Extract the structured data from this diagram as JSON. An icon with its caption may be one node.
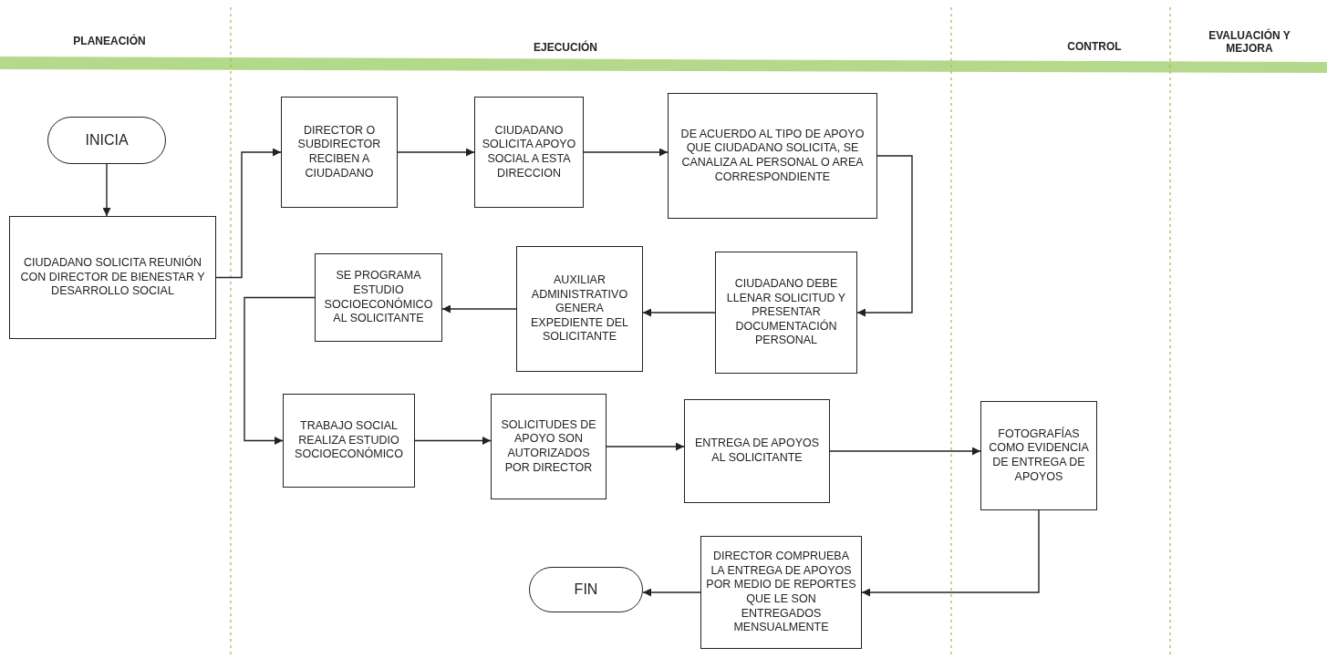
{
  "diagram": {
    "nodes": [
      {
        "text": [
          "INICIA"
        ]
      },
      {
        "text": [
          "CIUDADANO SOLICITA REUNIÓN CON DIRECTOR DE BIENESTAR Y DESARROLLO SOCIAL"
        ]
      },
      {
        "text": [
          "DIRECTOR O SUBDIRECTOR RECIBEN A CIUDADANO"
        ]
      },
      {
        "text": [
          "CIUDADANO SOLICITA APOYO SOCIAL A ESTA DIRECCION"
        ]
      },
      {
        "text": [
          "DE ACUERDO AL TIPO DE APOYO QUE CIUDADANO SOLICITA, SE CANALIZA AL PERSONAL O AREA CORRESPONDIENTE"
        ]
      },
      {
        "text": [
          "CIUDADANO DEBE LLENAR SOLICITUD Y PRESENTAR DOCUMENTACIÓN PERSONAL"
        ]
      },
      {
        "text": [
          "AUXILIAR ADMINISTRATIVO GENERA EXPEDIENTE DEL SOLICITANTE"
        ]
      },
      {
        "text": [
          "SE PROGRAMA ESTUDIO SOCIOECONÓMICO AL SOLICITANTE"
        ]
      },
      {
        "text": [
          "TRABAJO SOCIAL REALIZA ESTUDIO SOCIOECONÓMICO"
        ]
      },
      {
        "text": [
          "SOLICITUDES DE APOYO SON AUTORIZADOS POR DIRECTOR"
        ]
      },
      {
        "text": [
          "ENTREGA DE APOYOS AL SOLICITANTE"
        ]
      },
      {
        "text": [
          "FOTOGRAFÍAS COMO EVIDENCIA DE ENTREGA DE APOYOS"
        ]
      },
      {
        "text": [
          "DIRECTOR COMPRUEBA LA ENTREGA DE APOYOS POR MEDIO DE REPORTES QUE LE SON ENTREGADOS MENSUALMENTE"
        ]
      },
      {
        "text": [
          "FIN"
        ]
      }
    ],
    "edges": [
      {
        "from": 0,
        "to": 1,
        "arrow": "to"
      },
      {
        "from": 1,
        "to": 2,
        "arrow": "to"
      },
      {
        "from": 2,
        "to": 3,
        "arrow": "to"
      },
      {
        "from": 3,
        "to": 4,
        "arrow": "to"
      },
      {
        "from": 4,
        "to": 5,
        "arrow": "to"
      },
      {
        "from": 5,
        "to": 6,
        "arrow": "to"
      },
      {
        "from": 6,
        "to": 7,
        "arrow": "to"
      },
      {
        "from": 7,
        "to": 8,
        "arrow": "to"
      },
      {
        "from": 8,
        "to": 9,
        "arrow": "to"
      },
      {
        "from": 9,
        "to": 10,
        "arrow": "to"
      },
      {
        "from": 10,
        "to": 11,
        "arrow": "to"
      },
      {
        "from": 11,
        "to": 12,
        "arrow": "to"
      },
      {
        "from": 12,
        "to": 13,
        "arrow": "to"
      }
    ],
    "labels": [
      "PLANEACIÓN",
      "EJECUCIÓN",
      "CONTROL",
      "EVALUACIÓN Y MEJORA"
    ]
  }
}
